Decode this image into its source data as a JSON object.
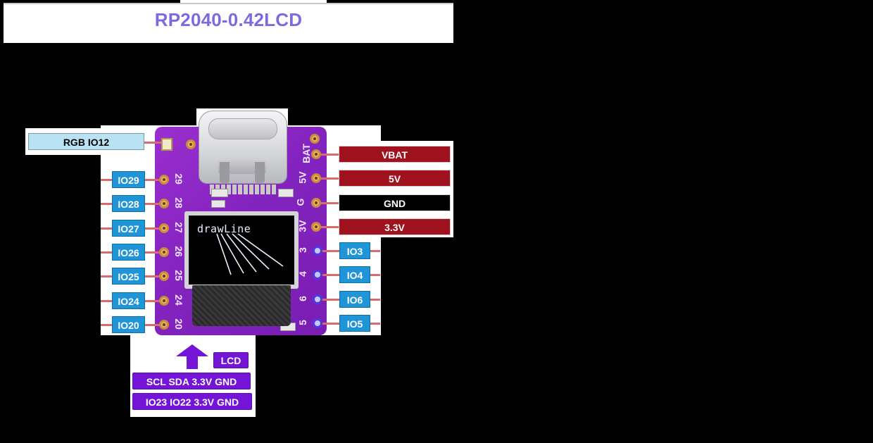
{
  "title": "RP2040-0.42LCD",
  "rgb_label": "RGB IO12",
  "left_pins": [
    "IO29",
    "IO28",
    "IO27",
    "IO26",
    "IO25",
    "IO24",
    "IO20"
  ],
  "left_silk": [
    "29",
    "28",
    "27",
    "26",
    "25",
    "24",
    "20"
  ],
  "right_power": [
    {
      "label": "VBAT",
      "kind": "power",
      "silk": "BAT"
    },
    {
      "label": "5V",
      "kind": "power",
      "silk": "5V"
    },
    {
      "label": "GND",
      "kind": "ground",
      "silk": "G"
    },
    {
      "label": "3.3V",
      "kind": "power",
      "silk": "3V"
    }
  ],
  "right_io": [
    {
      "label": "IO3",
      "silk": "3"
    },
    {
      "label": "IO4",
      "silk": "4"
    },
    {
      "label": "IO6",
      "silk": "6"
    },
    {
      "label": "IO5",
      "silk": "5"
    }
  ],
  "oled_text": "drawLine",
  "lcd": {
    "label": "LCD",
    "signals": "SCL SDA 3.3V GND",
    "pins": "IO23 IO22 3.3V GND"
  },
  "colors": {
    "board": "#8a27c4",
    "io_label": "#1f94d6",
    "power_label": "#a0121d",
    "ground_label": "#000000",
    "lcd_label": "#7414d6",
    "title": "#7b6be0"
  }
}
